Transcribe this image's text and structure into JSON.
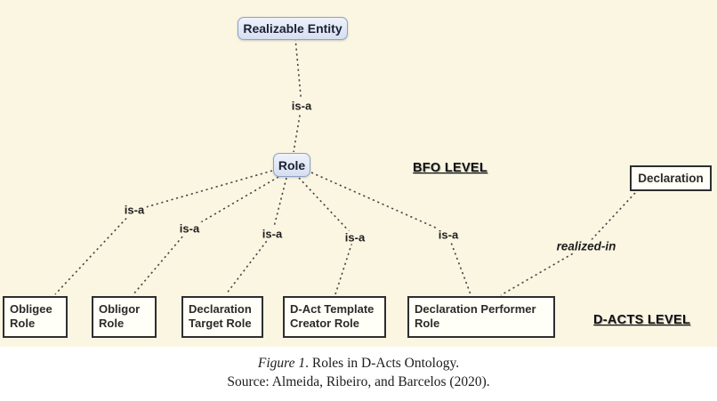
{
  "figure": {
    "nodes": {
      "realizable_entity": "Realizable Entity",
      "role": "Role",
      "declaration": "Declaration",
      "obligee": "Obligee Role",
      "obligor": "Obligor Role",
      "declaration_target": "Declaration Target Role",
      "dact_template_creator": "D-Act Template Creator Role",
      "declaration_performer": "Declaration Performer Role"
    },
    "edge_labels": {
      "top_isa": "is-a",
      "isa_1": "is-a",
      "isa_2": "is-a",
      "isa_3": "is-a",
      "isa_4": "is-a",
      "isa_5": "is-a",
      "realized_in": "realized-in"
    },
    "levels": {
      "bfo": "BFO LEVEL",
      "dacts": "D-ACTS LEVEL"
    },
    "colors": {
      "diagram_background": "#fbf6e2",
      "rounded_node_fill": "#dce4f5",
      "rounded_node_border": "#8ea2c8",
      "rect_node_border": "#2e2e2e",
      "edge_line": "#474747"
    }
  },
  "caption": {
    "figure_label": "Figure 1",
    "title_rest": ". Roles in D-Acts Ontology.",
    "source": "Source: Almeida, Ribeiro, and Barcelos (2020)."
  }
}
